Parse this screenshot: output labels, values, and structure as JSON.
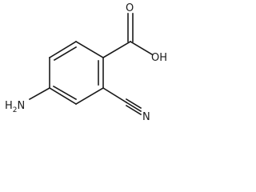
{
  "labels": {
    "acid_group": "OH",
    "acid_oxygen": "O",
    "amine_n": "N",
    "amine_h": "H",
    "amine_h_count": "2",
    "nitrile_n": "N"
  }
}
